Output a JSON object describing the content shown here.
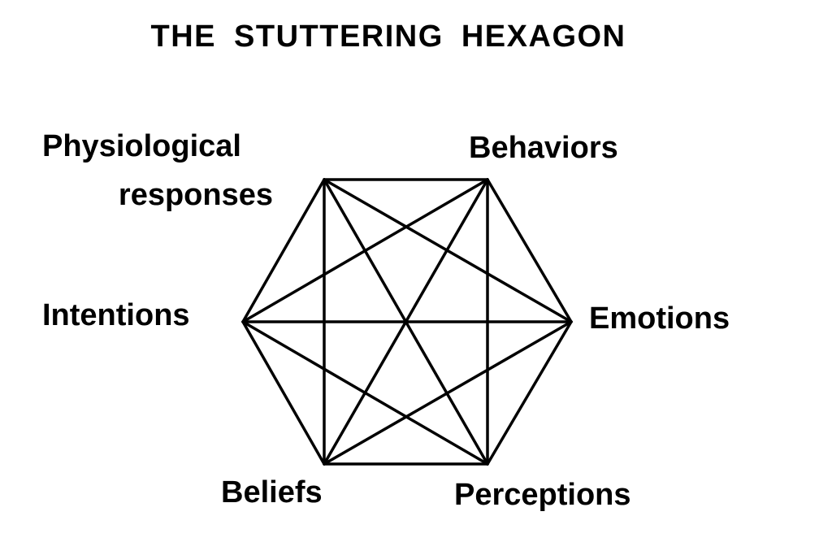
{
  "title": "THE STUTTERING HEXAGON",
  "nodes": [
    {
      "id": "physiological-responses",
      "label_lines": [
        "Physiological",
        "responses"
      ]
    },
    {
      "id": "behaviors",
      "label": "Behaviors"
    },
    {
      "id": "emotions",
      "label": "Emotions"
    },
    {
      "id": "perceptions",
      "label": "Perceptions"
    },
    {
      "id": "beliefs",
      "label": "Beliefs"
    },
    {
      "id": "intentions",
      "label": "Intentions"
    }
  ],
  "connections": "all-to-all",
  "colors": {
    "line": "#000000",
    "text": "#000000",
    "background": "#ffffff"
  }
}
